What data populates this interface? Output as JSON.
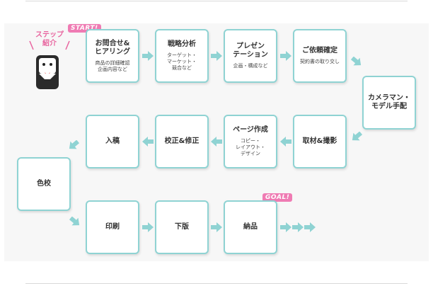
{
  "mascot": {
    "label": "ステップ\n紹介"
  },
  "badges": {
    "start": "START!",
    "goal": "GOAL!"
  },
  "colors": {
    "border": "#8fd3d3",
    "arrow": "#8fd3d3",
    "badge": "#ef7bb3",
    "mascot_label": "#e8659f"
  },
  "steps": [
    {
      "title": "お問合せ&\nヒアリング",
      "sub": "商品の詳細確認\n企画内容など"
    },
    {
      "title": "戦略分析",
      "sub": "ターゲット・\nマーケット・\n競合など"
    },
    {
      "title": "プレゼン\nテーション",
      "sub": "企画・構成など"
    },
    {
      "title": "ご依頼確定",
      "sub": "契約書の取り交し"
    },
    {
      "title": "カメラマン・\nモデル手配",
      "sub": ""
    },
    {
      "title": "取材&撮影",
      "sub": ""
    },
    {
      "title": "ページ作成",
      "sub": "コピー・\nレイアウト・\nデザイン"
    },
    {
      "title": "校正&修正",
      "sub": ""
    },
    {
      "title": "入稿",
      "sub": ""
    },
    {
      "title": "色校",
      "sub": ""
    },
    {
      "title": "印刷",
      "sub": ""
    },
    {
      "title": "下版",
      "sub": ""
    },
    {
      "title": "納品",
      "sub": ""
    }
  ]
}
